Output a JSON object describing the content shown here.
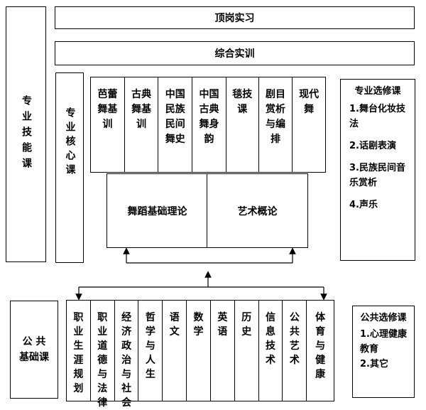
{
  "top_bars": [
    "顶岗实习",
    "综合实训"
  ],
  "left_label": "专业技能课",
  "core_label": "专业核心课",
  "core_courses": [
    "芭蕾舞基训",
    "古典舞基训",
    "中国民族民间舞史",
    "中国古典舞身韵",
    "毯技课",
    "剧目赏析与编排",
    "现代舞"
  ],
  "theory": [
    "舞蹈基础理论",
    "艺术概论"
  ],
  "major_elective": {
    "title": "专业选修课",
    "items": [
      "1.舞台化妆技法",
      "2.话剧表演",
      "3.民族民间音乐赏析",
      "4.声乐"
    ]
  },
  "public_label": [
    "公 共",
    "基础课"
  ],
  "public_courses": [
    "职业生涯规划",
    "职业道德与法律",
    "经济政治与社会",
    "哲学与人生",
    "语文",
    "数学",
    "英语",
    "历史",
    "信息技术",
    "公共艺术",
    "体育与健康"
  ],
  "public_elective": {
    "title": "公共选修课",
    "items": [
      "1.心理健康教育",
      "2.其它"
    ]
  }
}
